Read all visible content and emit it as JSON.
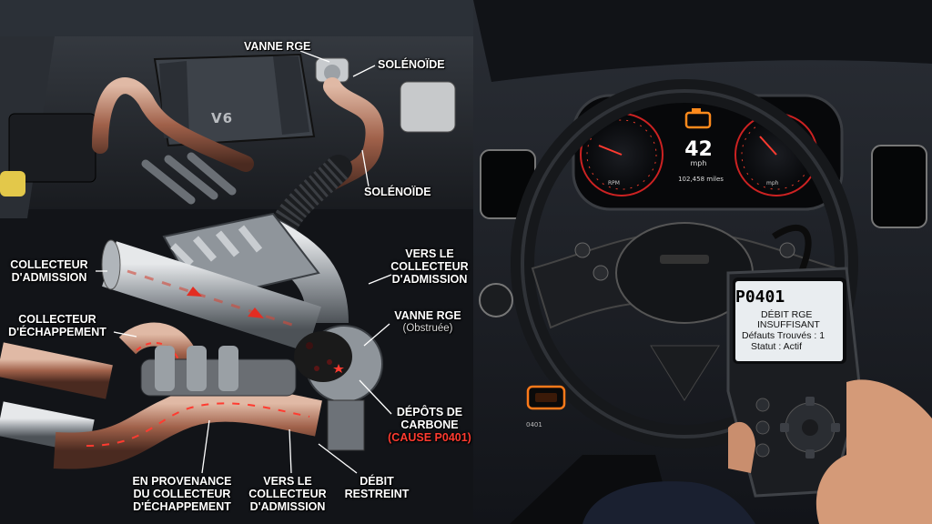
{
  "engine": {
    "badge": "V6"
  },
  "labels": {
    "egr_valve_top": "VANNE RGE",
    "solenoid_top": "SOLÉNOÏDE",
    "solenoid_mid": "SOLÉNOÏDE",
    "intake_manifold": [
      "COLLECTEUR",
      "D'ADMISSION"
    ],
    "exhaust_manifold": [
      "COLLECTEUR",
      "D'ÉCHAPPEMENT"
    ],
    "to_intake_right": [
      "VERS LE",
      "COLLECTEUR",
      "D'ADMISSION"
    ],
    "egr_valve_clogged": "VANNE RGE",
    "egr_valve_clogged_note": "(Obstruée)",
    "carbon_deposits": [
      "DÉPÔTS DE",
      "CARBONE"
    ],
    "carbon_cause": "(CAUSE P0401)",
    "from_exhaust": [
      "EN PROVENANCE",
      "DU COLLECTEUR",
      "D'ÉCHAPPEMENT"
    ],
    "to_intake_bottom": [
      "VERS LE",
      "COLLECTEUR",
      "D'ADMISSION"
    ],
    "restricted_flow": [
      "DÉBIT",
      "RESTREINT"
    ]
  },
  "cluster": {
    "speed": "42",
    "speed_unit": "mph",
    "odometer": "102,458 miles",
    "left_dial_label": "RPM",
    "right_dial_label": "mph"
  },
  "obd_port": {
    "code": "0401"
  },
  "scanner": {
    "code": "P0401",
    "lines": [
      "DÉBIT RGE",
      "INSUFFISANT",
      "Défauts Trouvés : 1",
      "Statut : Actif"
    ]
  },
  "colors": {
    "accent_red": "#ff3b30",
    "check_engine_amber": "#ff8a1c",
    "screen_bg": "#e9edf0"
  }
}
